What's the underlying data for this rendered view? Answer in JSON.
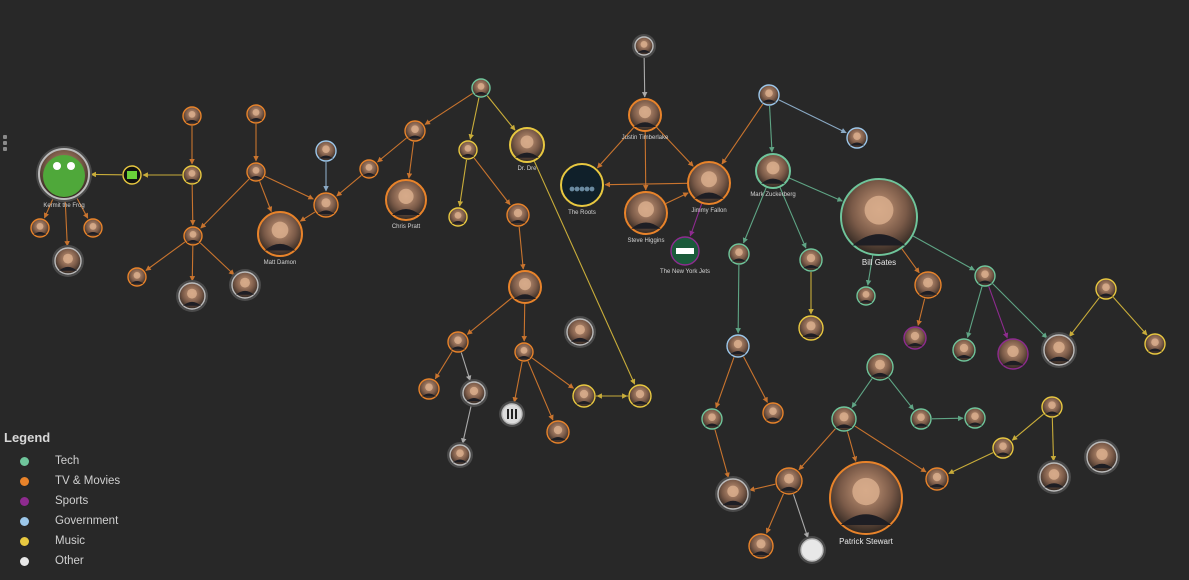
{
  "legend": {
    "title": "Legend",
    "items": [
      {
        "label": "Tech",
        "color": "#6fc59b"
      },
      {
        "label": "TV & Movies",
        "color": "#e8832a"
      },
      {
        "label": "Sports",
        "color": "#8e2b8f"
      },
      {
        "label": "Government",
        "color": "#9cc7ea"
      },
      {
        "label": "Music",
        "color": "#e8c840"
      },
      {
        "label": "Other",
        "color": "#e8e8e8"
      }
    ]
  },
  "nodes": [
    {
      "id": "kermit",
      "label": "Kermit the Frog",
      "cat": "other",
      "icon": "frog-face-icon"
    },
    {
      "id": "n_kermit_a",
      "label": "",
      "cat": "tv",
      "icon": "person-icon"
    },
    {
      "id": "n_kermit_b",
      "label": "",
      "cat": "tv",
      "icon": "person-icon"
    },
    {
      "id": "n_kermit_c",
      "label": "",
      "cat": "other",
      "icon": "person-icon"
    },
    {
      "id": "muppets",
      "label": "",
      "cat": "music",
      "icon": "muppet-logo-icon"
    },
    {
      "id": "n_col2_top",
      "label": "",
      "cat": "tv",
      "icon": "person-icon"
    },
    {
      "id": "n_col2_mid",
      "label": "",
      "cat": "music",
      "icon": "person-icon"
    },
    {
      "id": "n_col2_low",
      "label": "",
      "cat": "tv",
      "icon": "person-icon"
    },
    {
      "id": "n_col2_a",
      "label": "",
      "cat": "tv",
      "icon": "person-icon"
    },
    {
      "id": "n_col2_b",
      "label": "",
      "cat": "other",
      "icon": "person-icon"
    },
    {
      "id": "n_col2_c",
      "label": "",
      "cat": "other",
      "icon": "person-icon"
    },
    {
      "id": "n_affleck_top",
      "label": "",
      "cat": "tv",
      "icon": "person-icon"
    },
    {
      "id": "affleck",
      "label": "",
      "cat": "tv",
      "icon": "person-icon"
    },
    {
      "id": "damon",
      "label": "Matt Damon",
      "cat": "tv",
      "icon": "person-icon"
    },
    {
      "id": "n_gov1",
      "label": "",
      "cat": "gov",
      "icon": "person-icon"
    },
    {
      "id": "kimmel",
      "label": "",
      "cat": "tv",
      "icon": "person-icon"
    },
    {
      "id": "n_mid1",
      "label": "",
      "cat": "tv",
      "icon": "person-icon"
    },
    {
      "id": "n_mid2",
      "label": "",
      "cat": "tv",
      "icon": "person-icon"
    },
    {
      "id": "pratt",
      "label": "Chris Pratt",
      "cat": "tv",
      "icon": "person-icon"
    },
    {
      "id": "n_top_tech",
      "label": "",
      "cat": "tech",
      "icon": "person-icon"
    },
    {
      "id": "n_music1",
      "label": "",
      "cat": "music",
      "icon": "person-icon"
    },
    {
      "id": "n_music2",
      "label": "",
      "cat": "music",
      "icon": "person-icon"
    },
    {
      "id": "drdre",
      "label": "Dr. Dre",
      "cat": "music",
      "icon": "person-icon"
    },
    {
      "id": "oprah",
      "label": "",
      "cat": "tv",
      "icon": "person-icon"
    },
    {
      "id": "spielberg",
      "label": "",
      "cat": "tv",
      "icon": "person-icon"
    },
    {
      "id": "n_sp_gray",
      "label": "",
      "cat": "other",
      "icon": "person-icon"
    },
    {
      "id": "n_sp_a",
      "label": "",
      "cat": "tv",
      "icon": "person-icon"
    },
    {
      "id": "n_sp_b",
      "label": "",
      "cat": "tv",
      "icon": "person-icon"
    },
    {
      "id": "n_sp_c",
      "label": "",
      "cat": "tv",
      "icon": "person-icon"
    },
    {
      "id": "n_sp_d",
      "label": "",
      "cat": "other",
      "icon": "person-icon"
    },
    {
      "id": "n_sp_e",
      "label": "",
      "cat": "other",
      "icon": "person-icon"
    },
    {
      "id": "n_sp_f",
      "label": "",
      "cat": "other",
      "icon": "film-icon"
    },
    {
      "id": "n_sp_g",
      "label": "",
      "cat": "tv",
      "icon": "person-icon"
    },
    {
      "id": "n_sp_h",
      "label": "",
      "cat": "music",
      "icon": "person-icon"
    },
    {
      "id": "n_sp_i",
      "label": "",
      "cat": "music",
      "icon": "person-icon"
    },
    {
      "id": "n_top_gray",
      "label": "",
      "cat": "other",
      "icon": "person-icon"
    },
    {
      "id": "timberlake",
      "label": "Justin Timberlake",
      "cat": "tv",
      "icon": "person-icon"
    },
    {
      "id": "roots",
      "label": "The Roots",
      "cat": "music",
      "icon": "band-photo-icon"
    },
    {
      "id": "higgins",
      "label": "Steve Higgins",
      "cat": "tv",
      "icon": "person-icon"
    },
    {
      "id": "fallon",
      "label": "Jimmy Fallon",
      "cat": "tv",
      "icon": "person-icon"
    },
    {
      "id": "jets",
      "label": "The New York Jets",
      "cat": "sports",
      "icon": "jets-logo-icon"
    },
    {
      "id": "n_gov2",
      "label": "",
      "cat": "gov",
      "icon": "person-icon"
    },
    {
      "id": "n_gov3",
      "label": "",
      "cat": "gov",
      "icon": "person-icon"
    },
    {
      "id": "zuckerberg",
      "label": "Mark Zuckerberg",
      "cat": "tech",
      "icon": "person-icon"
    },
    {
      "id": "gates",
      "label": "Bill Gates",
      "cat": "tech",
      "icon": "person-icon"
    },
    {
      "id": "n_z_a",
      "label": "",
      "cat": "tech",
      "icon": "person-icon"
    },
    {
      "id": "n_z_b",
      "label": "",
      "cat": "tech",
      "icon": "person-icon"
    },
    {
      "id": "n_z_c",
      "label": "",
      "cat": "music",
      "icon": "person-icon"
    },
    {
      "id": "n_z_d",
      "label": "",
      "cat": "gov",
      "icon": "person-icon"
    },
    {
      "id": "n_g_a",
      "label": "",
      "cat": "tech",
      "icon": "person-icon"
    },
    {
      "id": "n_g_b",
      "label": "",
      "cat": "tv",
      "icon": "person-icon"
    },
    {
      "id": "n_g_c",
      "label": "",
      "cat": "tech",
      "icon": "person-icon"
    },
    {
      "id": "n_g_d",
      "label": "",
      "cat": "sports",
      "icon": "person-icon"
    },
    {
      "id": "n_g_e",
      "label": "",
      "cat": "tech",
      "icon": "person-icon"
    },
    {
      "id": "n_g_f",
      "label": "",
      "cat": "sports",
      "icon": "person-icon"
    },
    {
      "id": "n_g_g",
      "label": "",
      "cat": "other",
      "icon": "person-icon"
    },
    {
      "id": "n_r_a",
      "label": "",
      "cat": "music",
      "icon": "person-icon"
    },
    {
      "id": "n_r_b",
      "label": "",
      "cat": "music",
      "icon": "person-icon"
    },
    {
      "id": "n_t_a",
      "label": "",
      "cat": "tech",
      "icon": "person-icon"
    },
    {
      "id": "n_t_b",
      "label": "",
      "cat": "tv",
      "icon": "person-icon"
    },
    {
      "id": "n_t_c",
      "label": "",
      "cat": "tv",
      "icon": "person-icon"
    },
    {
      "id": "n_t_d",
      "label": "",
      "cat": "other",
      "icon": "person-icon"
    },
    {
      "id": "nadella",
      "label": "",
      "cat": "tech",
      "icon": "person-icon"
    },
    {
      "id": "n_n_a",
      "label": "",
      "cat": "tech",
      "icon": "person-icon"
    },
    {
      "id": "n_n_b",
      "label": "",
      "cat": "tech",
      "icon": "person-icon"
    },
    {
      "id": "n_n_c",
      "label": "",
      "cat": "tech",
      "icon": "person-icon"
    },
    {
      "id": "takei",
      "label": "",
      "cat": "tv",
      "icon": "person-icon"
    },
    {
      "id": "stewart",
      "label": "Patrick Stewart",
      "cat": "tv",
      "icon": "person-icon"
    },
    {
      "id": "n_tk_a",
      "label": "",
      "cat": "tv",
      "icon": "person-icon"
    },
    {
      "id": "n_tk_b",
      "label": "",
      "cat": "other",
      "icon": "person-icon"
    },
    {
      "id": "n_b_a",
      "label": "",
      "cat": "tv",
      "icon": "person-icon"
    },
    {
      "id": "n_b_b",
      "label": "",
      "cat": "music",
      "icon": "person-icon"
    },
    {
      "id": "n_b_c",
      "label": "",
      "cat": "music",
      "icon": "person-icon"
    },
    {
      "id": "n_b_d",
      "label": "",
      "cat": "other",
      "icon": "person-icon"
    },
    {
      "id": "n_b_e",
      "label": "",
      "cat": "other",
      "icon": "person-icon"
    }
  ]
}
